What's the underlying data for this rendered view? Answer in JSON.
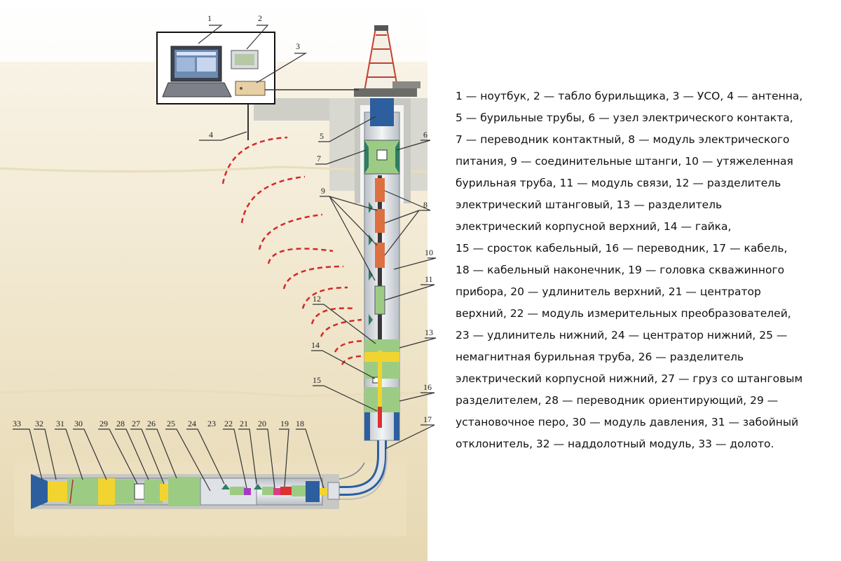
{
  "callouts": [
    "1",
    "2",
    "3",
    "4",
    "5",
    "6",
    "7",
    "8",
    "9",
    "10",
    "11",
    "12",
    "13",
    "14",
    "15",
    "16",
    "17",
    "18",
    "19",
    "20",
    "21",
    "22",
    "23",
    "24",
    "25",
    "26",
    "27",
    "28",
    "29",
    "30",
    "31",
    "32",
    "33"
  ],
  "legend": [
    "1 — ноутбук, 2 — табло бурильщика, 3 — УСО, 4 — антенна,",
    "5 — бурильные трубы, 6 — узел электрического контакта,",
    "7 — переводник контактный, 8 — модуль электрического",
    "питания, 9 — соединительные штанги, 10 — утяжеленная",
    "бурильная труба, 11 — модуль связи, 12 — разделитель",
    "электрический штанговый, 13 — разделитель",
    "электрический корпусной верхний, 14 — гайка,",
    "15 — сросток кабельный, 16 — переводник, 17 — кабель,",
    "18 — кабельный наконечник, 19 — головка скважинного",
    "прибора, 20 — удлинитель верхний, 21 — центратор",
    "верхний, 22 — модуль измерительных преобразователей,",
    "23 — удлинитель нижний, 24 — центратор нижний, 25 —",
    "немагнитная бурильная труба, 26 — разделитель",
    "электрический корпусной нижний, 27 — груз со штанговым",
    "разделителем, 28 — переводник ориентирующий, 29 —",
    "установочное перо, 30 — модуль давления, 31 — забойный",
    "отклонитель, 32 — наддолотный модуль, 33 — долото."
  ],
  "colors": {
    "ground_light": "#f5eedb",
    "ground_dark": "#e2d3aa",
    "surface_band": "#c9c9c1",
    "pipe_blue": "#2d5f9e",
    "pipe_gray": "#dfe2e6",
    "module_green": "#9ccc84",
    "module_orange": "#dd7040",
    "module_yellow": "#f2d430",
    "signal_red": "#d42828",
    "centralizer_teal": "#2f7d64"
  }
}
